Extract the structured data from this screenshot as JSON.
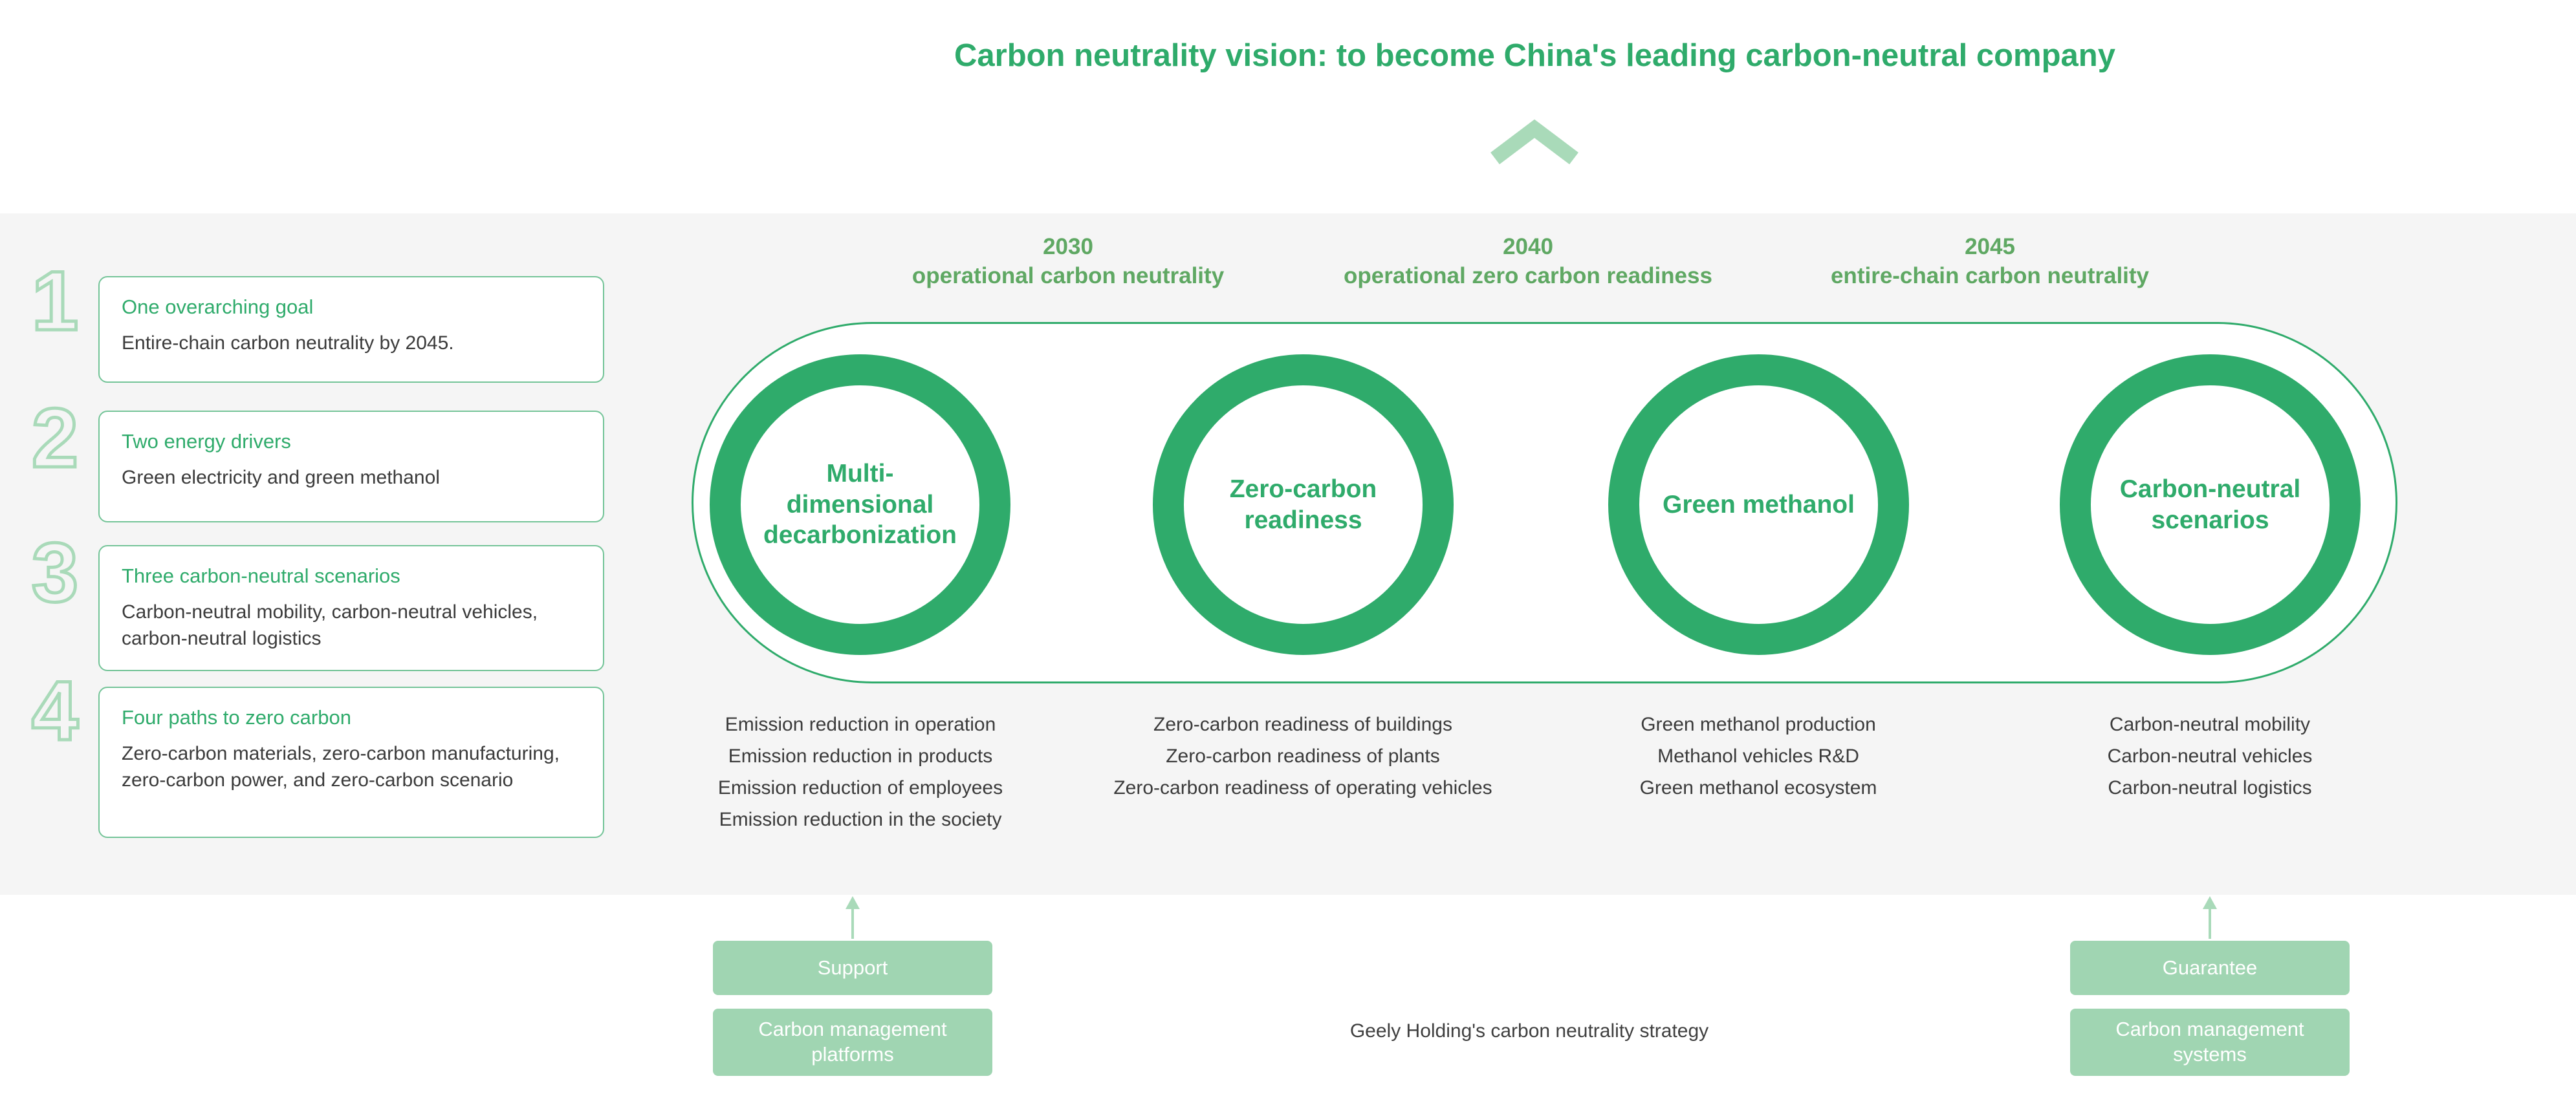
{
  "title": "Carbon neutrality vision: to become China's leading carbon-neutral company",
  "colors": {
    "green": "#2fab6b",
    "green_muted": "#5fa863",
    "light_green": "#a9dab9",
    "button_green": "#a0d5b2",
    "band_bg": "#f5f5f5",
    "text_dark": "#3b3b3b"
  },
  "left_panel": {
    "items": [
      {
        "number": "1",
        "heading": "One overarching goal",
        "body": "Entire-chain carbon neutrality by 2045."
      },
      {
        "number": "2",
        "heading": "Two energy drivers",
        "body": "Green electricity and green methanol"
      },
      {
        "number": "3",
        "heading": "Three carbon-neutral scenarios",
        "body": "Carbon-neutral mobility, carbon-neutral vehicles, carbon-neutral logistics"
      },
      {
        "number": "4",
        "heading": "Four paths to zero carbon",
        "body": "Zero-carbon materials, zero-carbon manufacturing, zero-carbon power, and zero-carbon scenario"
      }
    ]
  },
  "timeline": [
    {
      "year": "2030",
      "label": "operational carbon neutrality"
    },
    {
      "year": "2040",
      "label": "operational zero carbon readiness"
    },
    {
      "year": "2045",
      "label": "entire-chain carbon neutrality"
    }
  ],
  "pillars": [
    {
      "circle": "Multi-\ndimensional\ndecarbonization",
      "items": [
        "Emission reduction in operation",
        "Emission reduction in products",
        "Emission reduction of employees",
        "Emission reduction in the society"
      ]
    },
    {
      "circle": "Zero-carbon\nreadiness",
      "items": [
        "Zero-carbon readiness of buildings",
        "Zero-carbon readiness of plants",
        "Zero-carbon readiness of operating vehicles"
      ]
    },
    {
      "circle": "Green methanol",
      "items": [
        "Green methanol production",
        "Methanol vehicles R&D",
        "Green methanol ecosystem"
      ]
    },
    {
      "circle": "Carbon-neutral\nscenarios",
      "items": [
        "Carbon-neutral mobility",
        "Carbon-neutral vehicles",
        "Carbon-neutral logistics"
      ]
    }
  ],
  "footer": {
    "support_label": "Support",
    "platforms_label": "Carbon management platforms",
    "guarantee_label": "Guarantee",
    "systems_label": "Carbon management systems",
    "caption": "Geely Holding's carbon neutrality strategy"
  }
}
